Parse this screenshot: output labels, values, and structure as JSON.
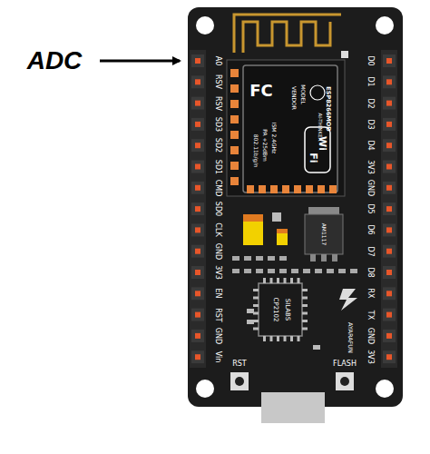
{
  "diagram": {
    "labels": [
      "ADC",
      "A0",
      "RSV",
      "RSV",
      "SD3",
      "SD2",
      "SD1",
      "CMD",
      "SD0",
      "CLK",
      "GND",
      "3V3",
      "EN",
      "RST",
      "GND",
      "Vin",
      "D0",
      "D1",
      "D2",
      "D3",
      "D4",
      "3V3",
      "GND",
      "D5",
      "D6",
      "D7",
      "D8",
      "RX",
      "TX",
      "GND",
      "3V3",
      "FC",
      "MODEL",
      "VENDOR",
      "ESP8266MOD",
      "AI-THINKER",
      "ISM 2.4GHz",
      "PA +25dBm",
      "802.11b/g/n",
      "Wi",
      "Fi",
      "AM1117",
      "SILABS",
      "CP2102",
      "AYARAFUN",
      "RST",
      "FLASH"
    ]
  }
}
